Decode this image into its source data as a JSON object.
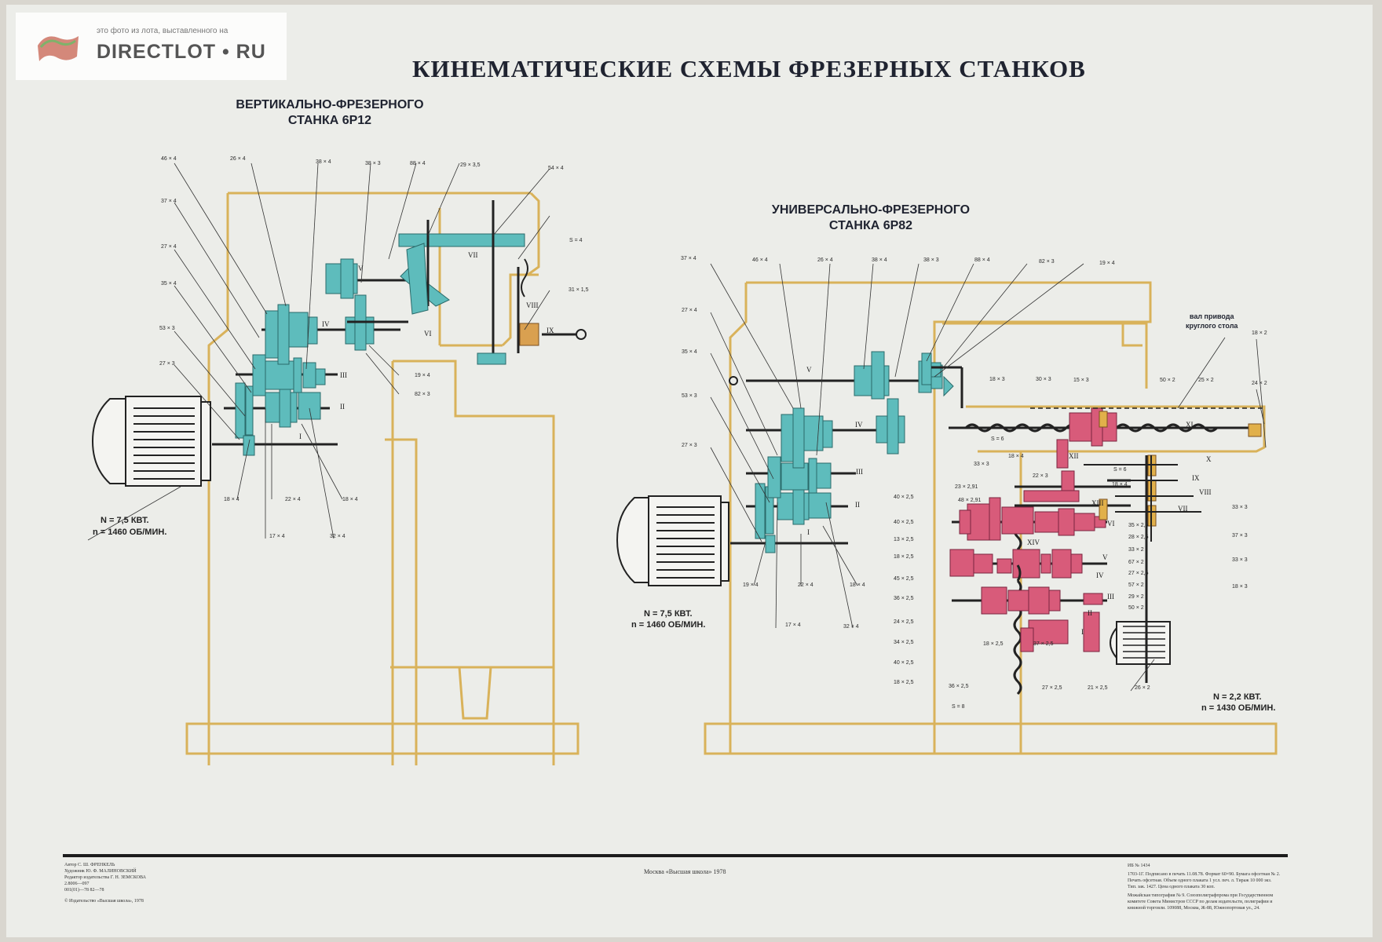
{
  "poster": {
    "title": "КИНЕМАТИЧЕСКИЕ СХЕМЫ  ФРЕЗЕРНЫХ  СТАНКОВ",
    "colors": {
      "frame": "#d9b25a",
      "gear_main": "#5ebcbc",
      "gear_feed": "#d85b7a",
      "paper": "#ecede9",
      "line": "#222222"
    },
    "watermark": {
      "subtitle": "это фото из лота, выставленного на",
      "brand": "DIRECTLOT • RU"
    },
    "left_scheme": {
      "title_line1": "ВЕРТИКАЛЬНО-ФРЕЗЕРНОГО",
      "title_line2": "СТАНКА 6Р12",
      "motor_power": "N = 7,5 КВТ.",
      "motor_speed": "n = 1460 ОБ/МИН.",
      "gear_labels": [
        "46 × 4",
        "26 × 4",
        "38 × 4",
        "38 × 3",
        "88 × 4",
        "29 × 3,5",
        "54 × 4",
        "37 × 4",
        "27 × 4",
        "35 × 4",
        "53 × 3",
        "27 × 3",
        "S = 4",
        "31 × 1,5",
        "19 × 4",
        "82 × 3",
        "18 × 4",
        "22 × 4",
        "18 × 4",
        "17 × 4",
        "32 × 4"
      ],
      "shafts": [
        "I",
        "II",
        "III",
        "IV",
        "V",
        "VI",
        "VII",
        "VIII",
        "IX"
      ]
    },
    "right_scheme": {
      "title_line1": "УНИВЕРСАЛЬНО-ФРЕЗЕРНОГО",
      "title_line2": "СТАНКА 6Р82",
      "motor_power": "N = 7,5 КВТ.",
      "motor_speed": "n = 1460 ОБ/МИН.",
      "feed_motor_power": "N = 2,2 КВТ.",
      "feed_motor_speed": "n = 1430 ОБ/МИН.",
      "round_table_note_1": "вал привода",
      "round_table_note_2": "круглого стола",
      "gear_labels": [
        "37 × 4",
        "46 × 4",
        "26 × 4",
        "38 × 4",
        "38 × 3",
        "88 × 4",
        "82 × 3",
        "19 × 4",
        "27 × 4",
        "35 × 4",
        "53 × 3",
        "27 × 3",
        "19 × 4",
        "22 × 4",
        "18 × 4",
        "17 × 4",
        "32 × 4",
        "18 × 2",
        "24 × 2",
        "18 × 3",
        "30 × 3",
        "15 × 3",
        "50 × 2",
        "25 × 2",
        "S = 6",
        "18 × 4",
        "22 × 3",
        "18 × 4",
        "33 × 3",
        "S = 6",
        "33 × 3",
        "37 × 3",
        "33 × 3",
        "18 × 3",
        "40 × 2,5",
        "23 × 2,91",
        "48 × 2,91",
        "40 × 2,5",
        "13 × 2,5",
        "18 × 2,5",
        "45 × 2,5",
        "36 × 2,5",
        "24 × 2,5",
        "34 × 2,5",
        "40 × 2,5",
        "18 × 2,5",
        "35 × 2,5",
        "28 × 2,5",
        "33 × 2",
        "67 × 2",
        "27 × 2,5",
        "57 × 2",
        "29 × 2",
        "50 × 2",
        "18 × 2,5",
        "37 × 2,5",
        "27 × 2,5",
        "21 × 2,5",
        "26 × 2",
        "36 × 2,5",
        "S = 8"
      ],
      "shafts": [
        "I",
        "II",
        "III",
        "IV",
        "V",
        "XI",
        "XII",
        "XIII",
        "XIV",
        "IX",
        "X",
        "VIII",
        "VII",
        "VI",
        "V",
        "IV",
        "III",
        "II",
        "I"
      ]
    },
    "footer": {
      "author": "Автор С. Ш. ФРЕНКЕЛЬ",
      "credits_1": "Художник Ю. Ф. МАЛИНОВСКИЙ",
      "credits_2": "Редактор издательства Г. Н. ЗЕМСКОВА",
      "code_1": "2.8006—097",
      "code_2": "001(01)—78   82—78",
      "copyright": "© Издательство «Высшая школа», 1978",
      "publisher": "Москва «Высшая школа» 1978",
      "id_no": "ИБ № 1434",
      "print_1": "1703-1Г. Подписано в печать 11.08.78. Формат 60×90. Бумага офсетная № 2.",
      "print_2": "Печать офсетная. Объем одного плаката 1 усл. печ. л. Тираж 10 000 экз.",
      "print_3": "Тип. зак. 1427. Цена одного плаката 30 коп.",
      "print_4": "Можайская типография № 9. Союзполиграфпрома при Государственном",
      "print_5": "комитете Совета Министров СССР по делам издательств, полиграфии и",
      "print_6": "книжной торговли. 109088, Москва, Ж-88, Южнопортовая ул., 24."
    }
  }
}
